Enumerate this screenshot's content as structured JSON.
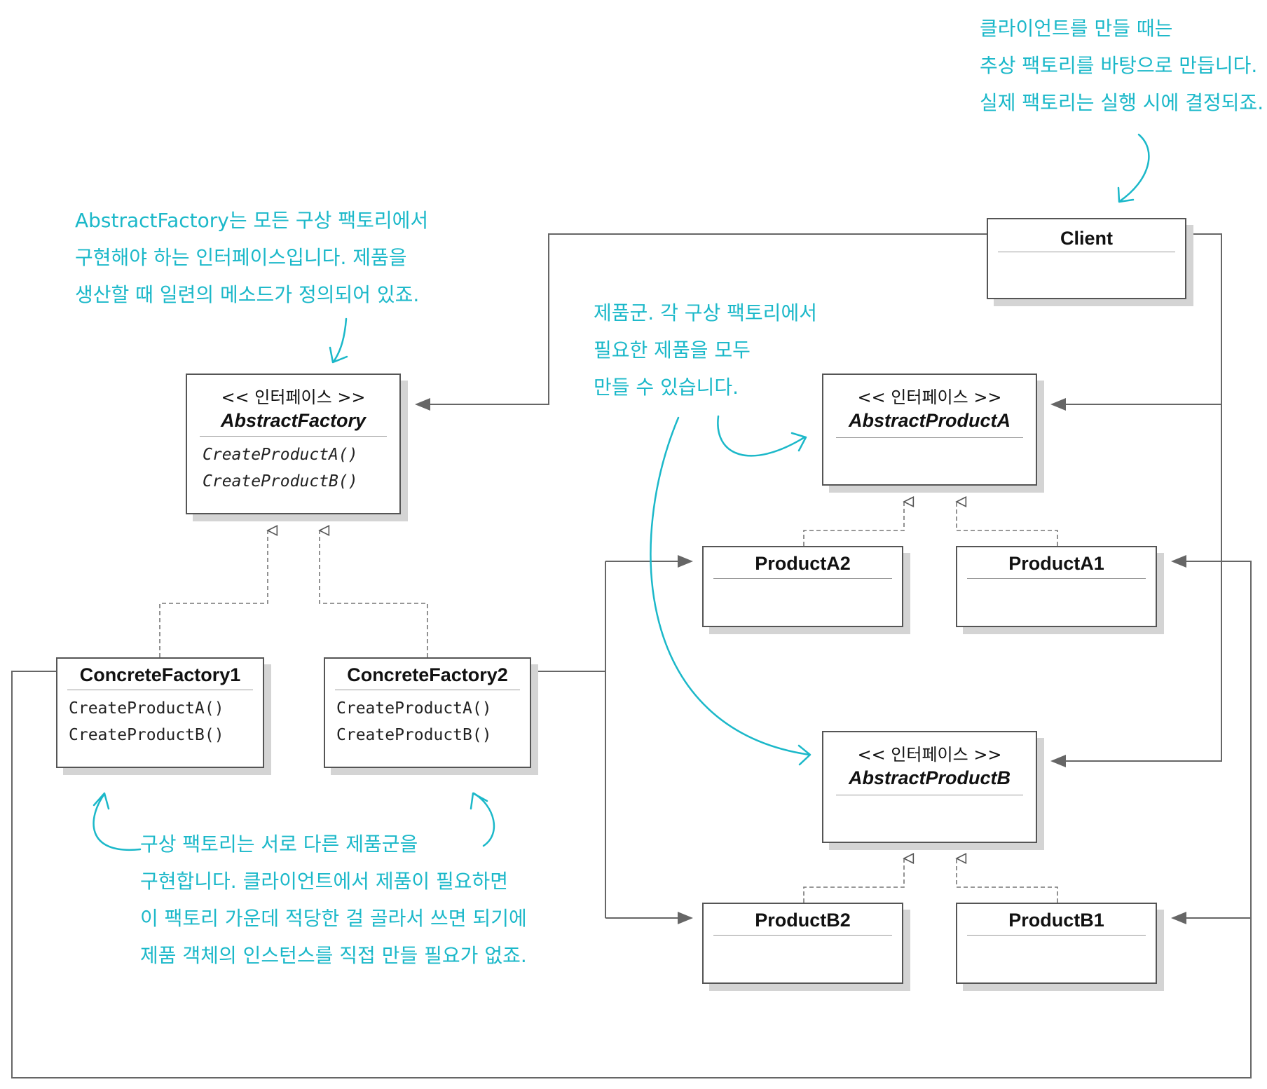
{
  "interface_label": "<< 인터페이스 >>",
  "classes": {
    "client": {
      "name": "Client"
    },
    "abstract_factory": {
      "name": "AbstractFactory",
      "methods": [
        "CreateProductA()",
        "CreateProductB()"
      ]
    },
    "concrete_factory1": {
      "name": "ConcreteFactory1",
      "methods": [
        "CreateProductA()",
        "CreateProductB()"
      ]
    },
    "concrete_factory2": {
      "name": "ConcreteFactory2",
      "methods": [
        "CreateProductA()",
        "CreateProductB()"
      ]
    },
    "abstract_product_a": {
      "name": "AbstractProductA"
    },
    "abstract_product_b": {
      "name": "AbstractProductB"
    },
    "product_a2": {
      "name": "ProductA2"
    },
    "product_a1": {
      "name": "ProductA1"
    },
    "product_b2": {
      "name": "ProductB2"
    },
    "product_b1": {
      "name": "ProductB1"
    }
  },
  "notes": {
    "client": [
      "클라이언트를 만들 때는",
      "추상 팩토리를 바탕으로 만듭니다.",
      "실제 팩토리는 실행 시에 결정되죠."
    ],
    "abstract_factory": [
      "AbstractFactory는 모든 구상 팩토리에서",
      "구현해야 하는 인터페이스입니다. 제품을",
      "생산할 때 일련의 메소드가 정의되어 있죠."
    ],
    "product_family": [
      "제품군. 각 구상 팩토리에서",
      "필요한 제품을 모두",
      "만들 수 있습니다."
    ],
    "concrete_factories": [
      "구상 팩토리는 서로 다른 제품군을",
      "구현합니다. 클라이언트에서 제품이 필요하면",
      "이 팩토리 가운데 적당한 걸 골라서 쓰면 되기에",
      "제품 객체의 인스턴스를 직접 만들 필요가 없죠."
    ]
  },
  "colors": {
    "annotation": "#1bb8c9",
    "line": "#555555",
    "arrowhead": "#666666",
    "shadow": "#d4d4d4"
  }
}
